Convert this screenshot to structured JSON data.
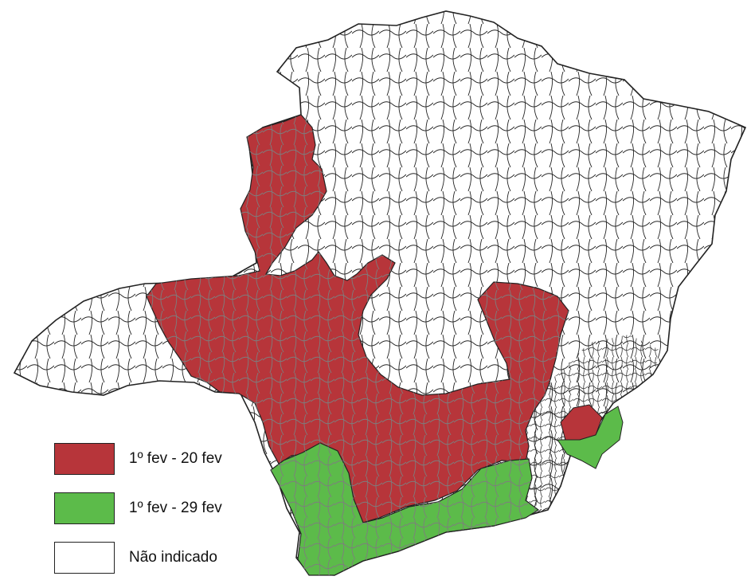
{
  "map": {
    "regions": [
      {
        "id": "region-20fev",
        "category": "1º fev - 20 fev",
        "color": "#b7353a"
      },
      {
        "id": "region-29fev",
        "category": "1º fev - 29 fev",
        "color": "#5cbb4a"
      },
      {
        "id": "region-nao-indicado",
        "category": "Não indicado",
        "color": "#ffffff"
      }
    ],
    "border_color": "#222222",
    "inner_border_color": "#8a8a8a"
  },
  "legend": {
    "items": [
      {
        "label": "1º fev - 20 fev",
        "color": "#b7353a"
      },
      {
        "label": "1º fev - 29 fev",
        "color": "#5cbb4a"
      },
      {
        "label": "Não indicado",
        "color": "#ffffff"
      }
    ]
  }
}
